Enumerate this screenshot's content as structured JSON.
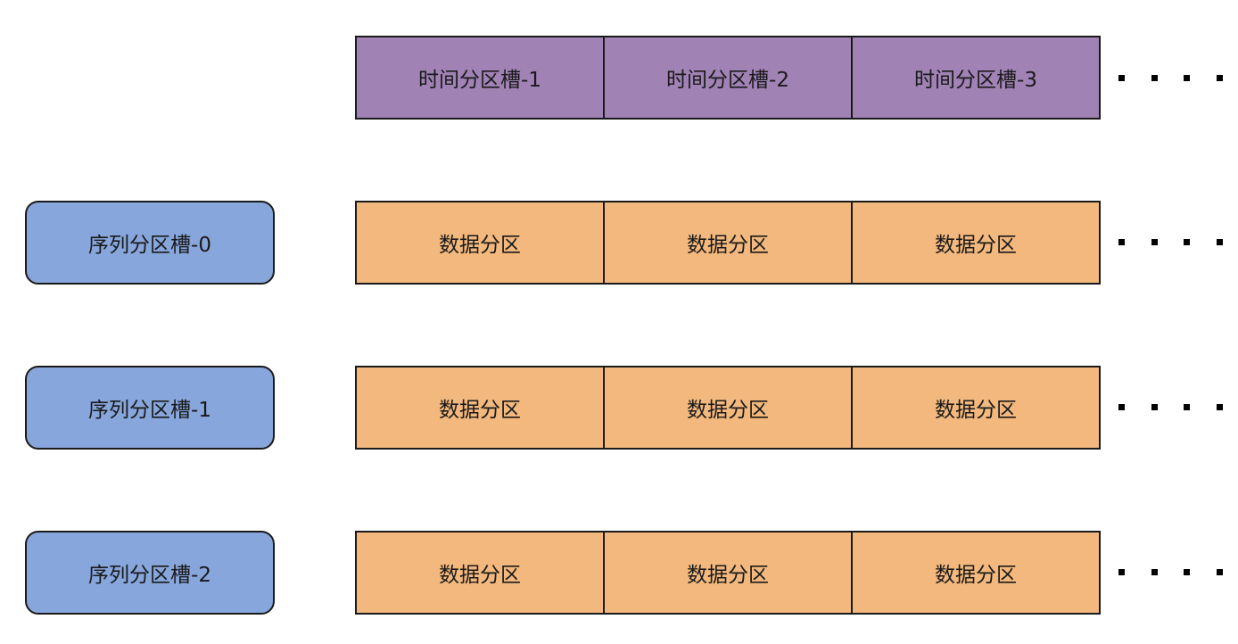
{
  "colors": {
    "time_slot_fill": "#a082b5",
    "series_slot_fill": "#87a6dc",
    "data_partition_fill": "#f3b87d",
    "border": "#1a1a1a"
  },
  "time_slots": [
    "时间分区槽-1",
    "时间分区槽-2",
    "时间分区槽-3"
  ],
  "series_slots": [
    "序列分区槽-0",
    "序列分区槽-1",
    "序列分区槽-2"
  ],
  "data_partition_label": "数据分区",
  "rows": [
    {
      "cells": [
        "数据分区",
        "数据分区",
        "数据分区"
      ]
    },
    {
      "cells": [
        "数据分区",
        "数据分区",
        "数据分区"
      ]
    },
    {
      "cells": [
        "数据分区",
        "数据分区",
        "数据分区"
      ]
    }
  ]
}
